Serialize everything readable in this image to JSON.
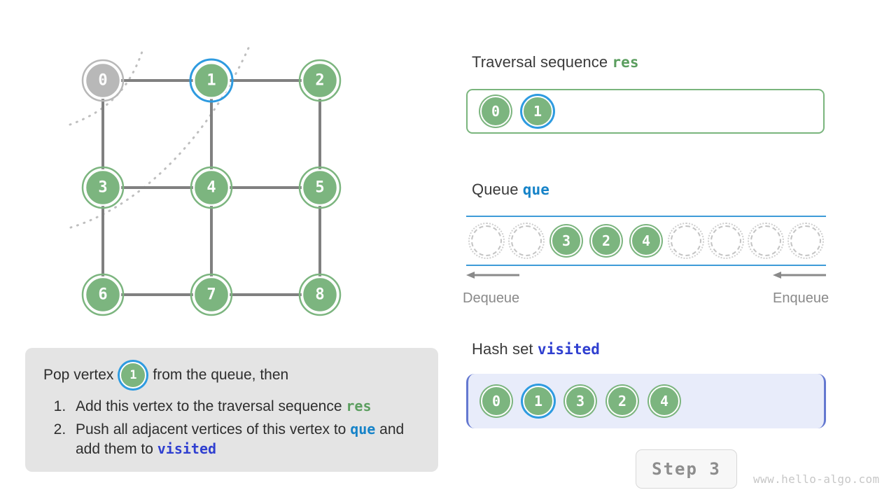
{
  "graph": {
    "nodes": [
      {
        "id": "0",
        "label": "0",
        "state": "popped",
        "col": 0,
        "row": 0
      },
      {
        "id": "1",
        "label": "1",
        "state": "highlight",
        "col": 1,
        "row": 0
      },
      {
        "id": "2",
        "label": "2",
        "state": "visited",
        "col": 2,
        "row": 0
      },
      {
        "id": "3",
        "label": "3",
        "state": "visited",
        "col": 0,
        "row": 1
      },
      {
        "id": "4",
        "label": "4",
        "state": "visited",
        "col": 1,
        "row": 1
      },
      {
        "id": "5",
        "label": "5",
        "state": "visited",
        "col": 2,
        "row": 1
      },
      {
        "id": "6",
        "label": "6",
        "state": "visited",
        "col": 0,
        "row": 2
      },
      {
        "id": "7",
        "label": "7",
        "state": "visited",
        "col": 1,
        "row": 2
      },
      {
        "id": "8",
        "label": "8",
        "state": "visited",
        "col": 2,
        "row": 2
      }
    ],
    "edges": [
      [
        "0",
        "1"
      ],
      [
        "1",
        "2"
      ],
      [
        "0",
        "3"
      ],
      [
        "1",
        "4"
      ],
      [
        "2",
        "5"
      ],
      [
        "3",
        "4"
      ],
      [
        "4",
        "5"
      ],
      [
        "3",
        "6"
      ],
      [
        "4",
        "7"
      ],
      [
        "5",
        "8"
      ],
      [
        "6",
        "7"
      ],
      [
        "7",
        "8"
      ]
    ],
    "frontier_curves": 2
  },
  "res": {
    "title_text": "Traversal sequence",
    "title_code": "res",
    "items": [
      "0",
      "1"
    ],
    "highlight_index": 1,
    "border_color": "#7ab57d"
  },
  "queue": {
    "title_text": "Queue",
    "title_code": "que",
    "capacity": 9,
    "slots": [
      "",
      "",
      "3",
      "2",
      "4",
      "",
      "",
      "",
      ""
    ],
    "dequeue_label": "Dequeue",
    "enqueue_label": "Enqueue",
    "line_color": "#3e9bd8"
  },
  "visited": {
    "title_text": "Hash set",
    "title_code": "visited",
    "items": [
      "0",
      "1",
      "3",
      "2",
      "4"
    ],
    "highlight_index": 1,
    "bg_color": "#e8ecfa",
    "border_color": "#6478d0"
  },
  "instruction": {
    "line1_before": "Pop vertex",
    "node_label": "1",
    "line1_after": "from the queue, then",
    "step1_text": "Add this vertex to the traversal sequence",
    "step1_code": "res",
    "step2_text_a": "Push all adjacent vertices of this vertex to",
    "step2_code_a": "que",
    "step2_text_b": "and add them to",
    "step2_code_b": "visited"
  },
  "footer": {
    "step_label": "Step 3",
    "watermark": "www.hello-algo.com"
  },
  "colors": {
    "node_green": "#7cb57f",
    "node_gray": "#b8b8b8",
    "highlight_blue": "#2e9be0",
    "edge_gray": "#808080",
    "code_green": "#5b9e5f",
    "code_blue": "#1683c8",
    "code_indigo": "#2f3fd0"
  }
}
